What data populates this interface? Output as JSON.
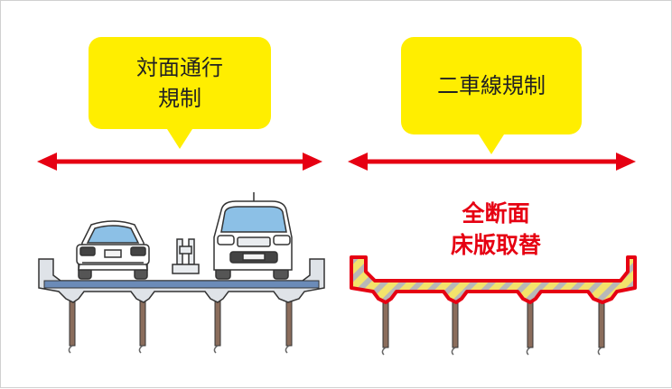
{
  "left_panel": {
    "label_line1": "対面通行",
    "label_line2": "規制"
  },
  "right_panel": {
    "label": "二車線規制",
    "work_line1": "全断面",
    "work_line2": "床版取替"
  },
  "colors": {
    "bubble": "#ffee00",
    "arrow": "#e60012",
    "deck_gray": "#dfe3e8",
    "slab_blue": "#6b8bb8",
    "hatch_yellow": "#f3e36b",
    "hatch_gray": "#b8b8b8",
    "pier": "#8b6d5c"
  }
}
